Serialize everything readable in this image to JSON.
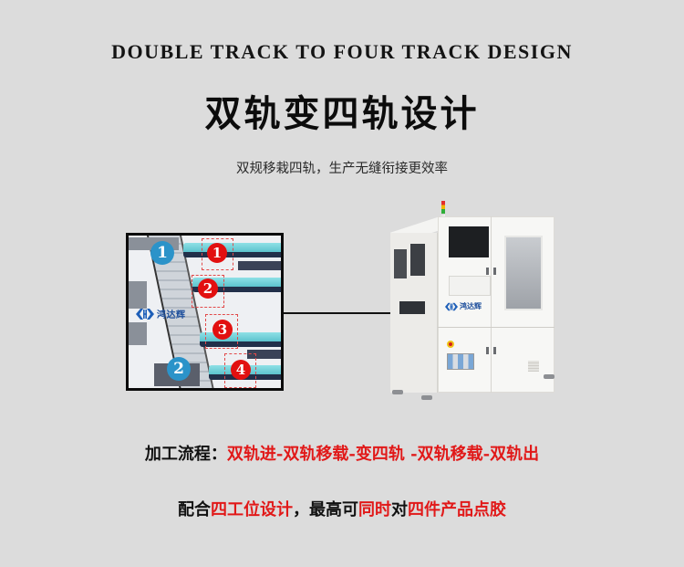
{
  "header": {
    "english_title": "DOUBLE TRACK TO FOUR TRACK DESIGN",
    "chinese_title": "双轨变四轨设计",
    "subtitle": "双规移栽四轨，生产无缝衔接更效率"
  },
  "diagram": {
    "brand_logo_text": "鸿达辉",
    "transfer_markers": [
      "1",
      "2"
    ],
    "track_markers": [
      "1",
      "2",
      "3",
      "4"
    ],
    "colors": {
      "transfer_marker": "#2b93c9",
      "track_marker": "#e21010",
      "dashed_box": "#e24a4a"
    }
  },
  "machine": {
    "brand_logo_text": "鸿达辉"
  },
  "process": {
    "label": "加工流程：",
    "flow": "双轨进-双轨移载-变四轨 -双轨移载-双轨出"
  },
  "feature": {
    "segments": [
      {
        "text": "配合",
        "color": "black"
      },
      {
        "text": "四工位设计",
        "color": "red"
      },
      {
        "text": "，最高可",
        "color": "black"
      },
      {
        "text": "同时",
        "color": "red"
      },
      {
        "text": "对",
        "color": "black"
      },
      {
        "text": "四件产品点胶",
        "color": "red"
      }
    ]
  },
  "colors": {
    "background": "#dcdcdc",
    "accent_red": "#e11919",
    "text_dark": "#111111"
  }
}
